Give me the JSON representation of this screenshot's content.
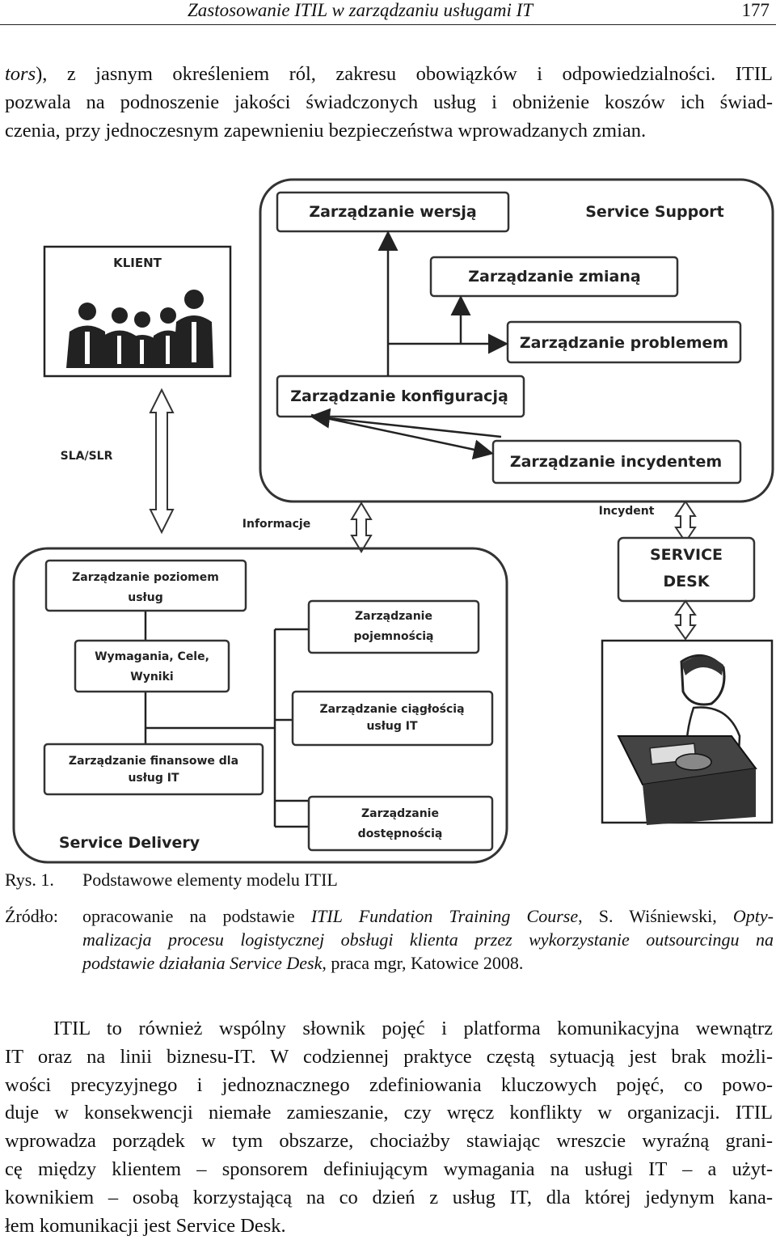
{
  "header": {
    "title": "Zastosowanie ITIL w zarządzaniu usługami IT",
    "page_number": "177"
  },
  "intro_paragraph": {
    "line1_italic": "tors",
    "line1_rest": "), z jasnym określeniem ról, zakresu obowiązków i odpowiedzialności. ITIL",
    "line2": "pozwala na podnoszenie jakości świadczonych usług i obniżenie koszów ich świad-",
    "line3": "czenia, przy jednoczesnym zapewnieniu bezpieczeństwa wprowadzanych zmian."
  },
  "diagram": {
    "client_label": "KLIENT",
    "sla_label": "SLA/SLR",
    "info_label": "Informacje",
    "incident_label": "Incydent",
    "service_support_label": "Service Support",
    "service_delivery_label": "Service Delivery",
    "service_desk_line1": "SERVICE",
    "service_desk_line2": "DESK",
    "support_boxes": {
      "release": "Zarządzanie wersją",
      "change": "Zarządzanie zmianą",
      "problem": "Zarządzanie problemem",
      "configuration": "Zarządzanie konfiguracją",
      "incident": "Zarządzanie incydentem"
    },
    "delivery_boxes": {
      "slm_line1": "Zarządzanie poziomem",
      "slm_line2": "usług",
      "req_line1": "Wymagania, Cele,",
      "req_line2": "Wyniki",
      "fin_line1": "Zarządzanie finansowe dla",
      "fin_line2": "usług IT",
      "cap_line1": "Zarządzanie",
      "cap_line2": "pojemnością",
      "cont_line1": "Zarządzanie ciągłością",
      "cont_line2": "usług IT",
      "avail_line1": "Zarządzanie",
      "avail_line2": "dostępnością"
    }
  },
  "caption": {
    "number": "Rys. 1.",
    "title": "Podstawowe elementy modelu ITIL"
  },
  "source": {
    "label": "Źródło:",
    "l1_a": "opracowanie na podstawie ",
    "l1_b_italic": "ITIL Fundation Training Course",
    "l1_c": ", S. Wiśniewski, ",
    "l1_d_italic": "Opty-",
    "l2_italic": "malizacja procesu logistycznej obsługi klienta przez wykorzystanie outsourcingu na",
    "l3_italic": "podstawie działania Service Desk",
    "l3_rest": ", praca mgr, Katowice 2008."
  },
  "body_paragraph": {
    "lines": [
      "ITIL to również wspólny słownik pojęć i platforma komunikacyjna wewnątrz",
      "IT oraz na linii biznesu-IT. W codziennej praktyce częstą sytuacją jest brak możli-",
      "wości precyzyjnego i jednoznacznego zdefiniowania kluczowych pojęć, co powo-",
      "duje w konsekwencji niemałe zamieszanie, czy wręcz konflikty w organizacji. ITIL",
      "wprowadza porządek w tym obszarze, chociażby stawiając wreszcie wyraźną grani-",
      "cę między klientem – sponsorem definiującym wymagania na usługi IT – a użyt-",
      "kownikiem – osobą korzystającą na co dzień z usług IT, dla której jedynym kana-",
      "łem komunikacji jest Service Desk."
    ]
  }
}
